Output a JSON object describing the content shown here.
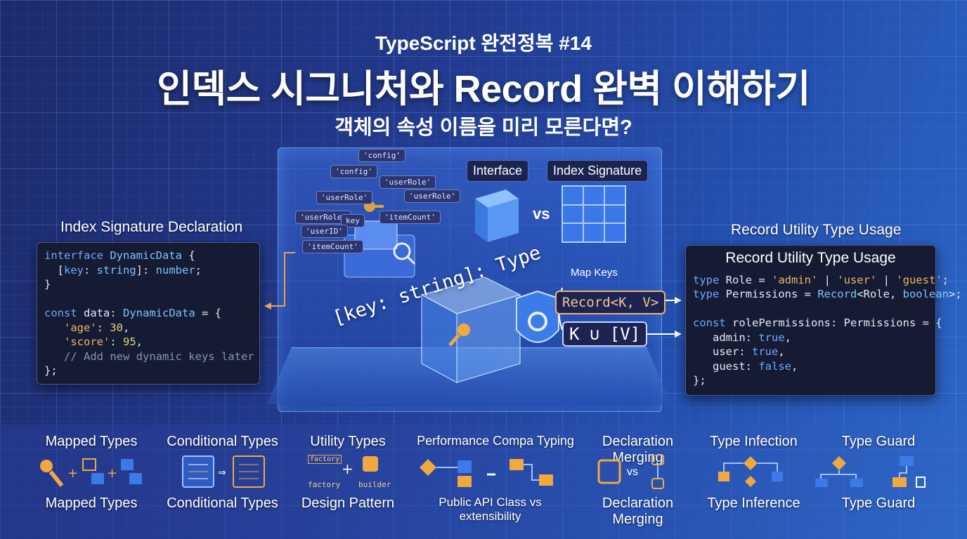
{
  "header": {
    "subtitle": "TypeScript 완전정복 #14",
    "title": "인덱스 시그니처와 Record 완벽 이해하기",
    "question": "객체의 속성 이름을 미리 모른다면?"
  },
  "left_panel": {
    "label": "Index Signature Declaration",
    "lines": [
      "interface DynamicData {",
      "  [key: string]: number;",
      "}",
      "",
      "const data: DynamicData = {",
      "   'age': 30,",
      "   'score': 95,",
      "   // Add new dynamic keys later",
      "};"
    ]
  },
  "right_panel": {
    "label": "Record Utility Type Usage",
    "inner_title": "Record Utility Type Usage",
    "lines": [
      "type Role = 'admin' | 'user' | 'guest';",
      "type Permissions = Record<Role, boolean>;",
      "",
      "const rolePermissions: Permissions = {",
      "   admin: true,",
      "   user: true,",
      "   guest: false,",
      "};"
    ]
  },
  "center": {
    "interface_label": "Interface",
    "index_signature_label": "Index Signature",
    "vs": "vs",
    "signature": "[key: string]: Type",
    "map_keys": "Map Keys",
    "record": "Record<K, V>",
    "kuv": "K ∪ [V]",
    "tags": [
      "'config'",
      "'config'",
      "'userRole'",
      "'userRole'",
      "'userRole'",
      "'userRole'",
      "'itemCount'",
      "'itemCount'",
      "key",
      "'userID'"
    ]
  },
  "features": [
    {
      "top": "Mapped Types",
      "bottom": "Mapped Types"
    },
    {
      "top": "Conditional Types",
      "bottom": "Conditional Types"
    },
    {
      "top": "Utility Types",
      "bottom": "Design Pattern",
      "icon_labels": [
        "factory",
        "factory",
        "builder"
      ]
    },
    {
      "top": "Performance Compa Typing",
      "bottom": "Public API Class vs extensibility"
    },
    {
      "top": "Declaration Merging",
      "bottom": "Declaration Merging",
      "vs": "vs"
    },
    {
      "top": "Type Infection",
      "bottom": "Type Inference"
    },
    {
      "top": "Type Guard",
      "bottom": "Type Guard"
    }
  ],
  "colors": {
    "accent": "#f0b36a",
    "code_bg": "#141b33",
    "keyword": "#6fa8ff"
  }
}
